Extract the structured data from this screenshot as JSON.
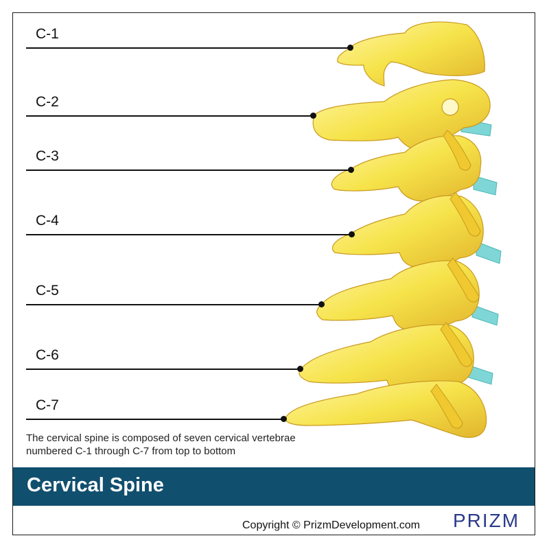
{
  "labels": [
    {
      "text": "C-1"
    },
    {
      "text": "C-2"
    },
    {
      "text": "C-3"
    },
    {
      "text": "C-4"
    },
    {
      "text": "C-5"
    },
    {
      "text": "C-6"
    },
    {
      "text": "C-7"
    }
  ],
  "caption_line1": "The cervical spine is composed of seven cervical vertebrae",
  "caption_line2": "numbered C-1 through C-7 from top to bottom",
  "title": "Cervical Spine",
  "copyright": "Copyright © PrizmDevelopment.com",
  "logo_text": "PRIZM",
  "colors": {
    "bone": "#f6e34a",
    "bone_shadow": "#e4b82a",
    "disc": "#7fd6d6",
    "banner": "#114f6e",
    "text": "#111111"
  }
}
